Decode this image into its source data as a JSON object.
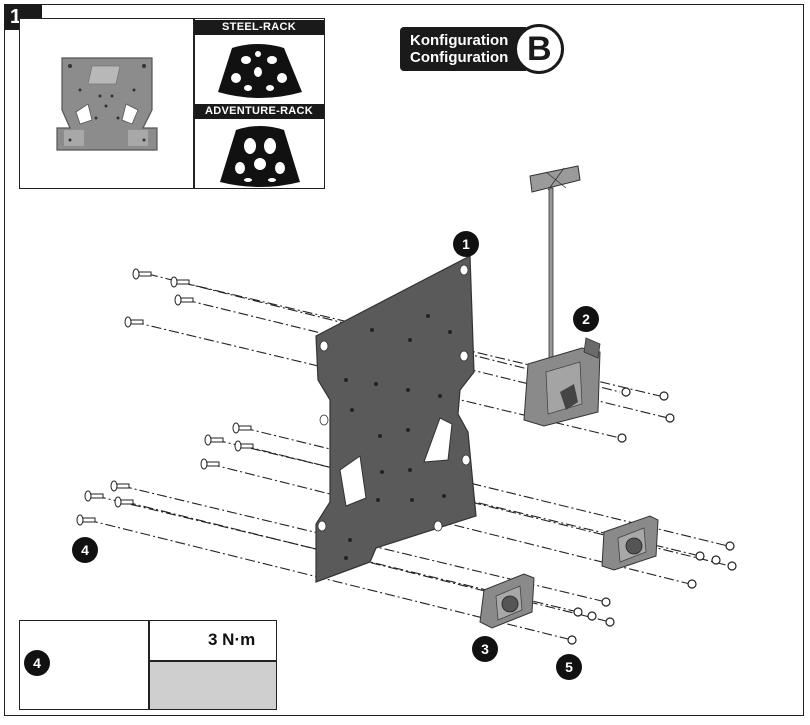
{
  "step": {
    "number": "1"
  },
  "inset": {
    "labels": [
      "STEEL-RACK",
      "ADVENTURE-RACK"
    ]
  },
  "configuration": {
    "line1": "Konfiguration",
    "line2": "Configuration",
    "letter": "B"
  },
  "callouts": {
    "c1": "1",
    "c2": "2",
    "c3": "3",
    "c4": "4",
    "c5": "5"
  },
  "legend": {
    "part_callout": "4",
    "torque": "3 N·m"
  },
  "colors": {
    "plate": "#5a5a5a",
    "part": "#8a8a8a",
    "ink": "#1a1a1a"
  }
}
